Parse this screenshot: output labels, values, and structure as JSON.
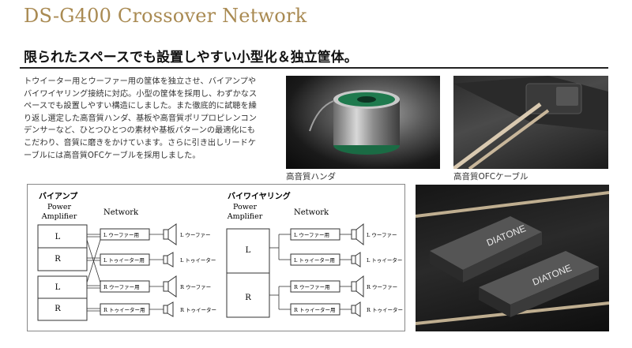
{
  "title": "DS-G400 Crossover Network",
  "headline": "限られたスペースでも設置しやすい小型化＆独立筐体。",
  "body_lines": [
    "トウイーター用とウーファー用の筐体を独立させ、バイアンプや",
    "バイワイヤリング接続に対応。小型の筐体を採用し、わずかなス",
    "ペースでも設置しやすい構造にしました。また徹底的に試聴を繰",
    "り返し選定した高音質ハンダ、基板や高音質ポリプロピレンコン",
    "デンサーなど、ひとつひとつの素材や基板パターンの最適化にも",
    "こだわり、音質に磨きをかけています。さらに引き出しリードケ",
    "ーブルには高音質OFCケーブルを採用しました。"
  ],
  "captions": {
    "solder": "高音質ハンダ",
    "cable": "高音質OFCケーブル"
  },
  "product_label": "DIATONE",
  "diagram": {
    "biamp": {
      "title": "バイアンプ",
      "amp_label": "Power\nAmplifier",
      "network_label": "Network",
      "amp_channels": [
        "L",
        "R",
        "L",
        "R"
      ],
      "network_modules": [
        "L ウーファー用",
        "L トゥイーター用",
        "R ウーファー用",
        "R トゥイーター用"
      ],
      "speakers": [
        "L ウーファー",
        "L トゥイーター",
        "R ウーファー",
        "R トゥイーター"
      ]
    },
    "biwire": {
      "title": "バイワイヤリング",
      "amp_label": "Power\nAmplifier",
      "network_label": "Network",
      "amp_channels": [
        "L",
        "R"
      ],
      "network_modules": [
        "L ウーファー用",
        "L トゥイーター用",
        "R ウーファー用",
        "R トゥイーター用"
      ],
      "speakers": [
        "L ウーファー",
        "L トゥイーター",
        "R ウーファー",
        "R トゥイーター"
      ]
    }
  }
}
